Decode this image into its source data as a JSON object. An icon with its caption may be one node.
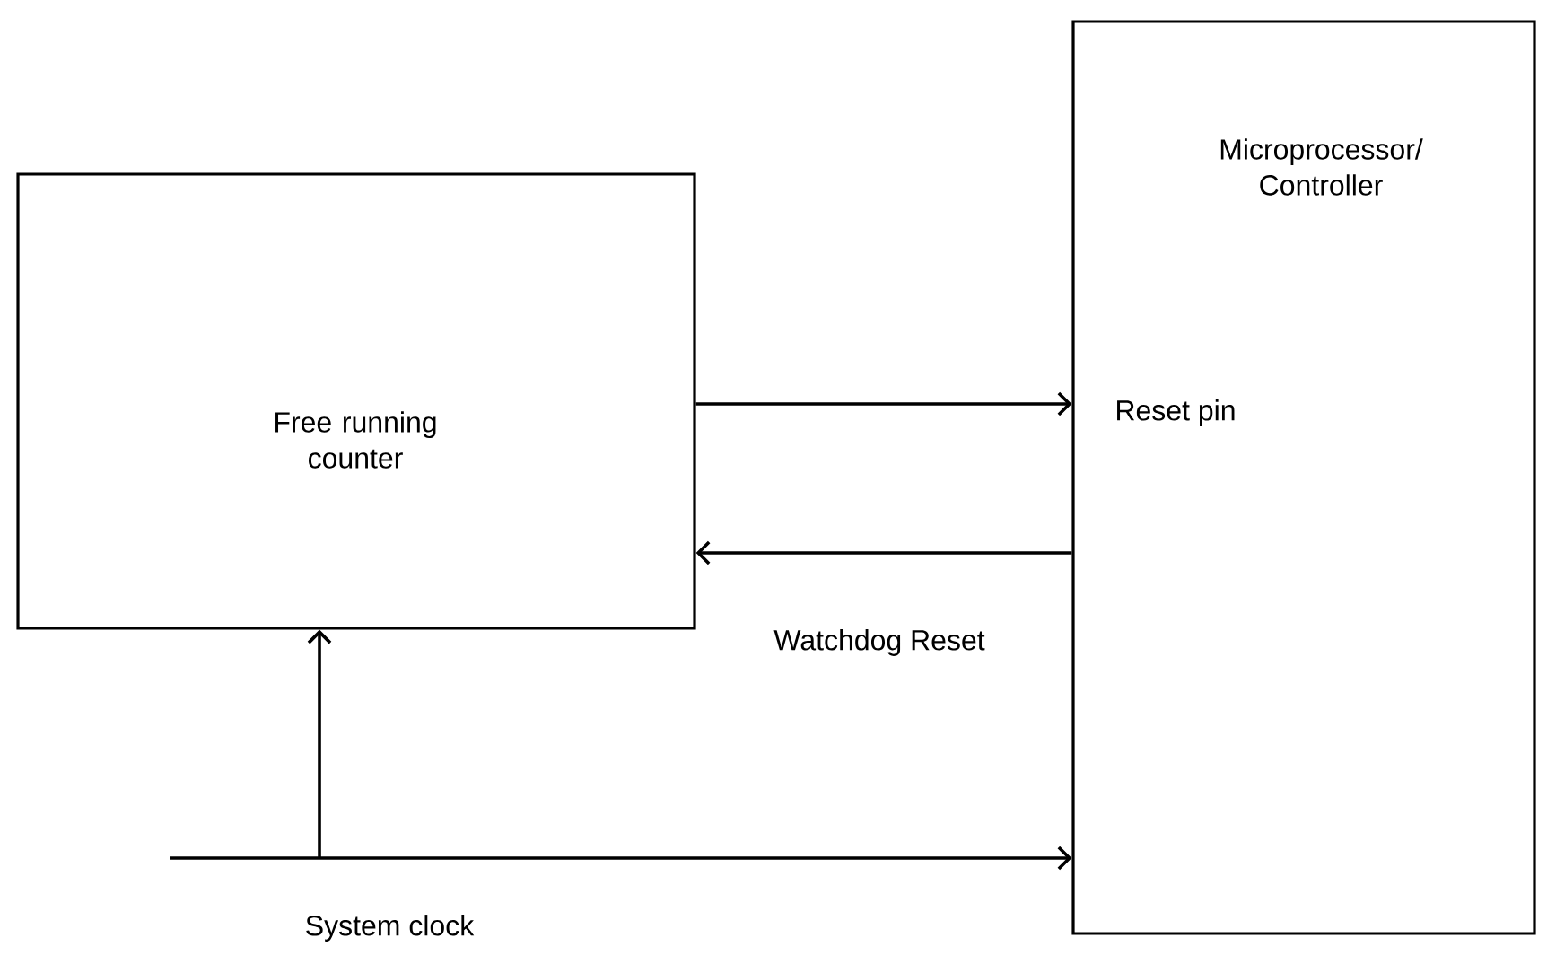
{
  "diagram": {
    "nodes": [
      {
        "text": [
          "Free running counter"
        ]
      },
      {
        "text": [
          "Microprocessor/ Controller"
        ]
      }
    ],
    "edges": [
      {
        "from": 0,
        "to": 1,
        "arrow": "to"
      },
      {
        "from": 1,
        "to": 0,
        "arrow": "to",
        "label": "Watchdog Reset"
      },
      {
        "from": null,
        "to": 1,
        "arrow": "to",
        "label": "System clock"
      },
      {
        "from": null,
        "to": 0,
        "arrow": "to"
      }
    ],
    "labels": [
      "Reset pin"
    ]
  }
}
